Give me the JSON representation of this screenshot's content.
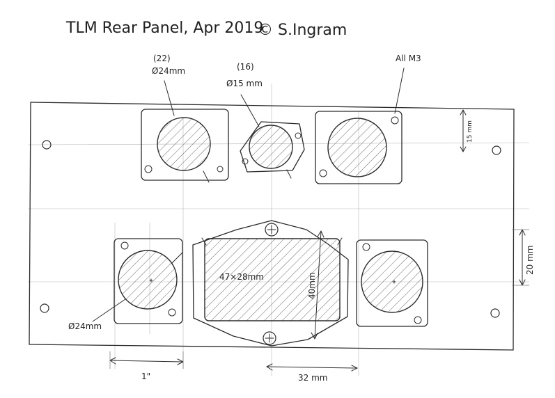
{
  "title": "TLM Rear Panel,  Apr 2019",
  "copyright": "© S.Ingram",
  "labels": {
    "hole_22_note": "(22)",
    "hole_22": "Ø24mm",
    "hole_16_note": "(16)",
    "hole_16": "Ø15 mm",
    "all_m3": "All M3",
    "rect_size": "47×28mm",
    "height_40": "40mm",
    "dim_15": "15 mm",
    "dim_20": "20 mm",
    "hole_left_bottom": "Ø24mm",
    "dim_1in": "1\"",
    "dim_32": "32 mm"
  },
  "colors": {
    "ink": "#2b2b2b",
    "paper": "#ffffff"
  }
}
